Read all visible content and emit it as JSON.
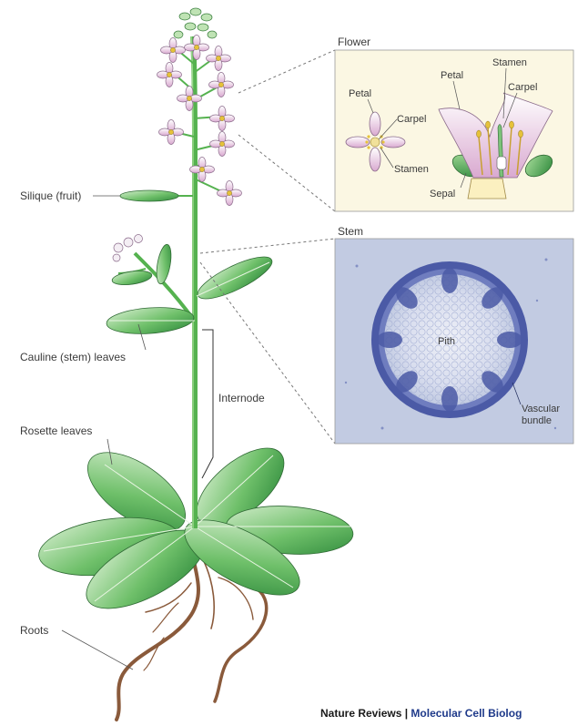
{
  "labels": {
    "flower": "Flower",
    "stem": "Stem",
    "silique": "Silique (fruit)",
    "cauline": "Cauline (stem) leaves",
    "internode": "Internode",
    "rosette": "Rosette leaves",
    "roots": "Roots"
  },
  "flower_top": {
    "petal": "Petal",
    "carpel": "Carpel",
    "stamen": "Stamen"
  },
  "flower_side": {
    "petal": "Petal",
    "stamen": "Stamen",
    "carpel": "Carpel",
    "sepal": "Sepal"
  },
  "stem_section": {
    "pith": "Pith",
    "vascular_line1": "Vascular",
    "vascular_line2": "bundle"
  },
  "credit": {
    "publisher": "Nature Reviews",
    "separator": " | ",
    "journal": "Molecular Cell Biolog"
  },
  "colors": {
    "leaf": "#4fae57",
    "leaf_light": "#a6d9a0",
    "stem": "#55b24f",
    "root": "#8a5a3b",
    "petal": "#f4eef4",
    "petal_edge": "#8a6a8a",
    "panel_bg": "#fbf7e3",
    "section_bg": "#c2cbe2",
    "section_ring": "#4b5aa6"
  }
}
